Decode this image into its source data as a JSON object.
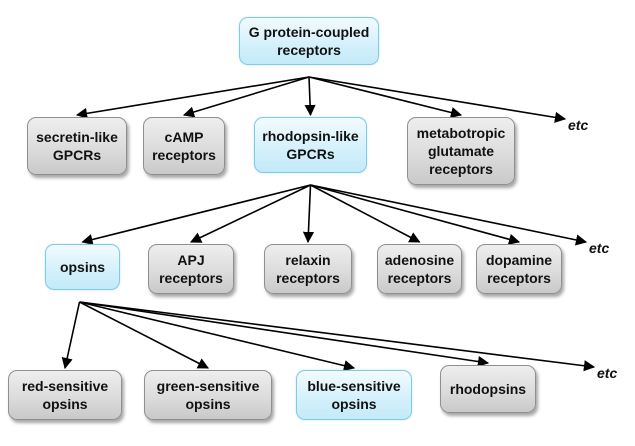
{
  "nodes": {
    "gpcr": [
      "G protein-coupled",
      "receptors"
    ],
    "secretin": [
      "secretin-like",
      "GPCRs"
    ],
    "camp": [
      "cAMP",
      "receptors"
    ],
    "rhodopsin_like": [
      "rhodopsin-like",
      "GPCRs"
    ],
    "metabotropic": [
      "metabotropic",
      "glutamate",
      "receptors"
    ],
    "opsins": [
      "opsins"
    ],
    "apj": [
      "APJ",
      "receptors"
    ],
    "relaxin": [
      "relaxin",
      "receptors"
    ],
    "adenosine": [
      "adenosine",
      "receptors"
    ],
    "dopamine": [
      "dopamine",
      "receptors"
    ],
    "red": [
      "red-sensitive",
      "opsins"
    ],
    "green": [
      "green-sensitive",
      "opsins"
    ],
    "blue": [
      "blue-sensitive",
      "opsins"
    ],
    "rhodopsins": [
      "rhodopsins"
    ]
  },
  "etc_label": "etc",
  "edges": [
    [
      "gpcr",
      "secretin"
    ],
    [
      "gpcr",
      "camp"
    ],
    [
      "gpcr",
      "rhodopsin_like"
    ],
    [
      "gpcr",
      "metabotropic"
    ],
    [
      "gpcr",
      "etc1"
    ],
    [
      "rhodopsin_like",
      "opsins"
    ],
    [
      "rhodopsin_like",
      "apj"
    ],
    [
      "rhodopsin_like",
      "relaxin"
    ],
    [
      "rhodopsin_like",
      "adenosine"
    ],
    [
      "rhodopsin_like",
      "dopamine"
    ],
    [
      "rhodopsin_like",
      "etc2"
    ],
    [
      "opsins",
      "red"
    ],
    [
      "opsins",
      "green"
    ],
    [
      "opsins",
      "blue"
    ],
    [
      "opsins",
      "rhodopsins"
    ],
    [
      "opsins",
      "etc3"
    ]
  ],
  "colors": {
    "highlight": "#d3f0fb",
    "highlight_border": "#7fcbe4",
    "neutral": "#dcdcdc",
    "neutral_border": "#8f8f8f",
    "arrow": "#000000"
  }
}
